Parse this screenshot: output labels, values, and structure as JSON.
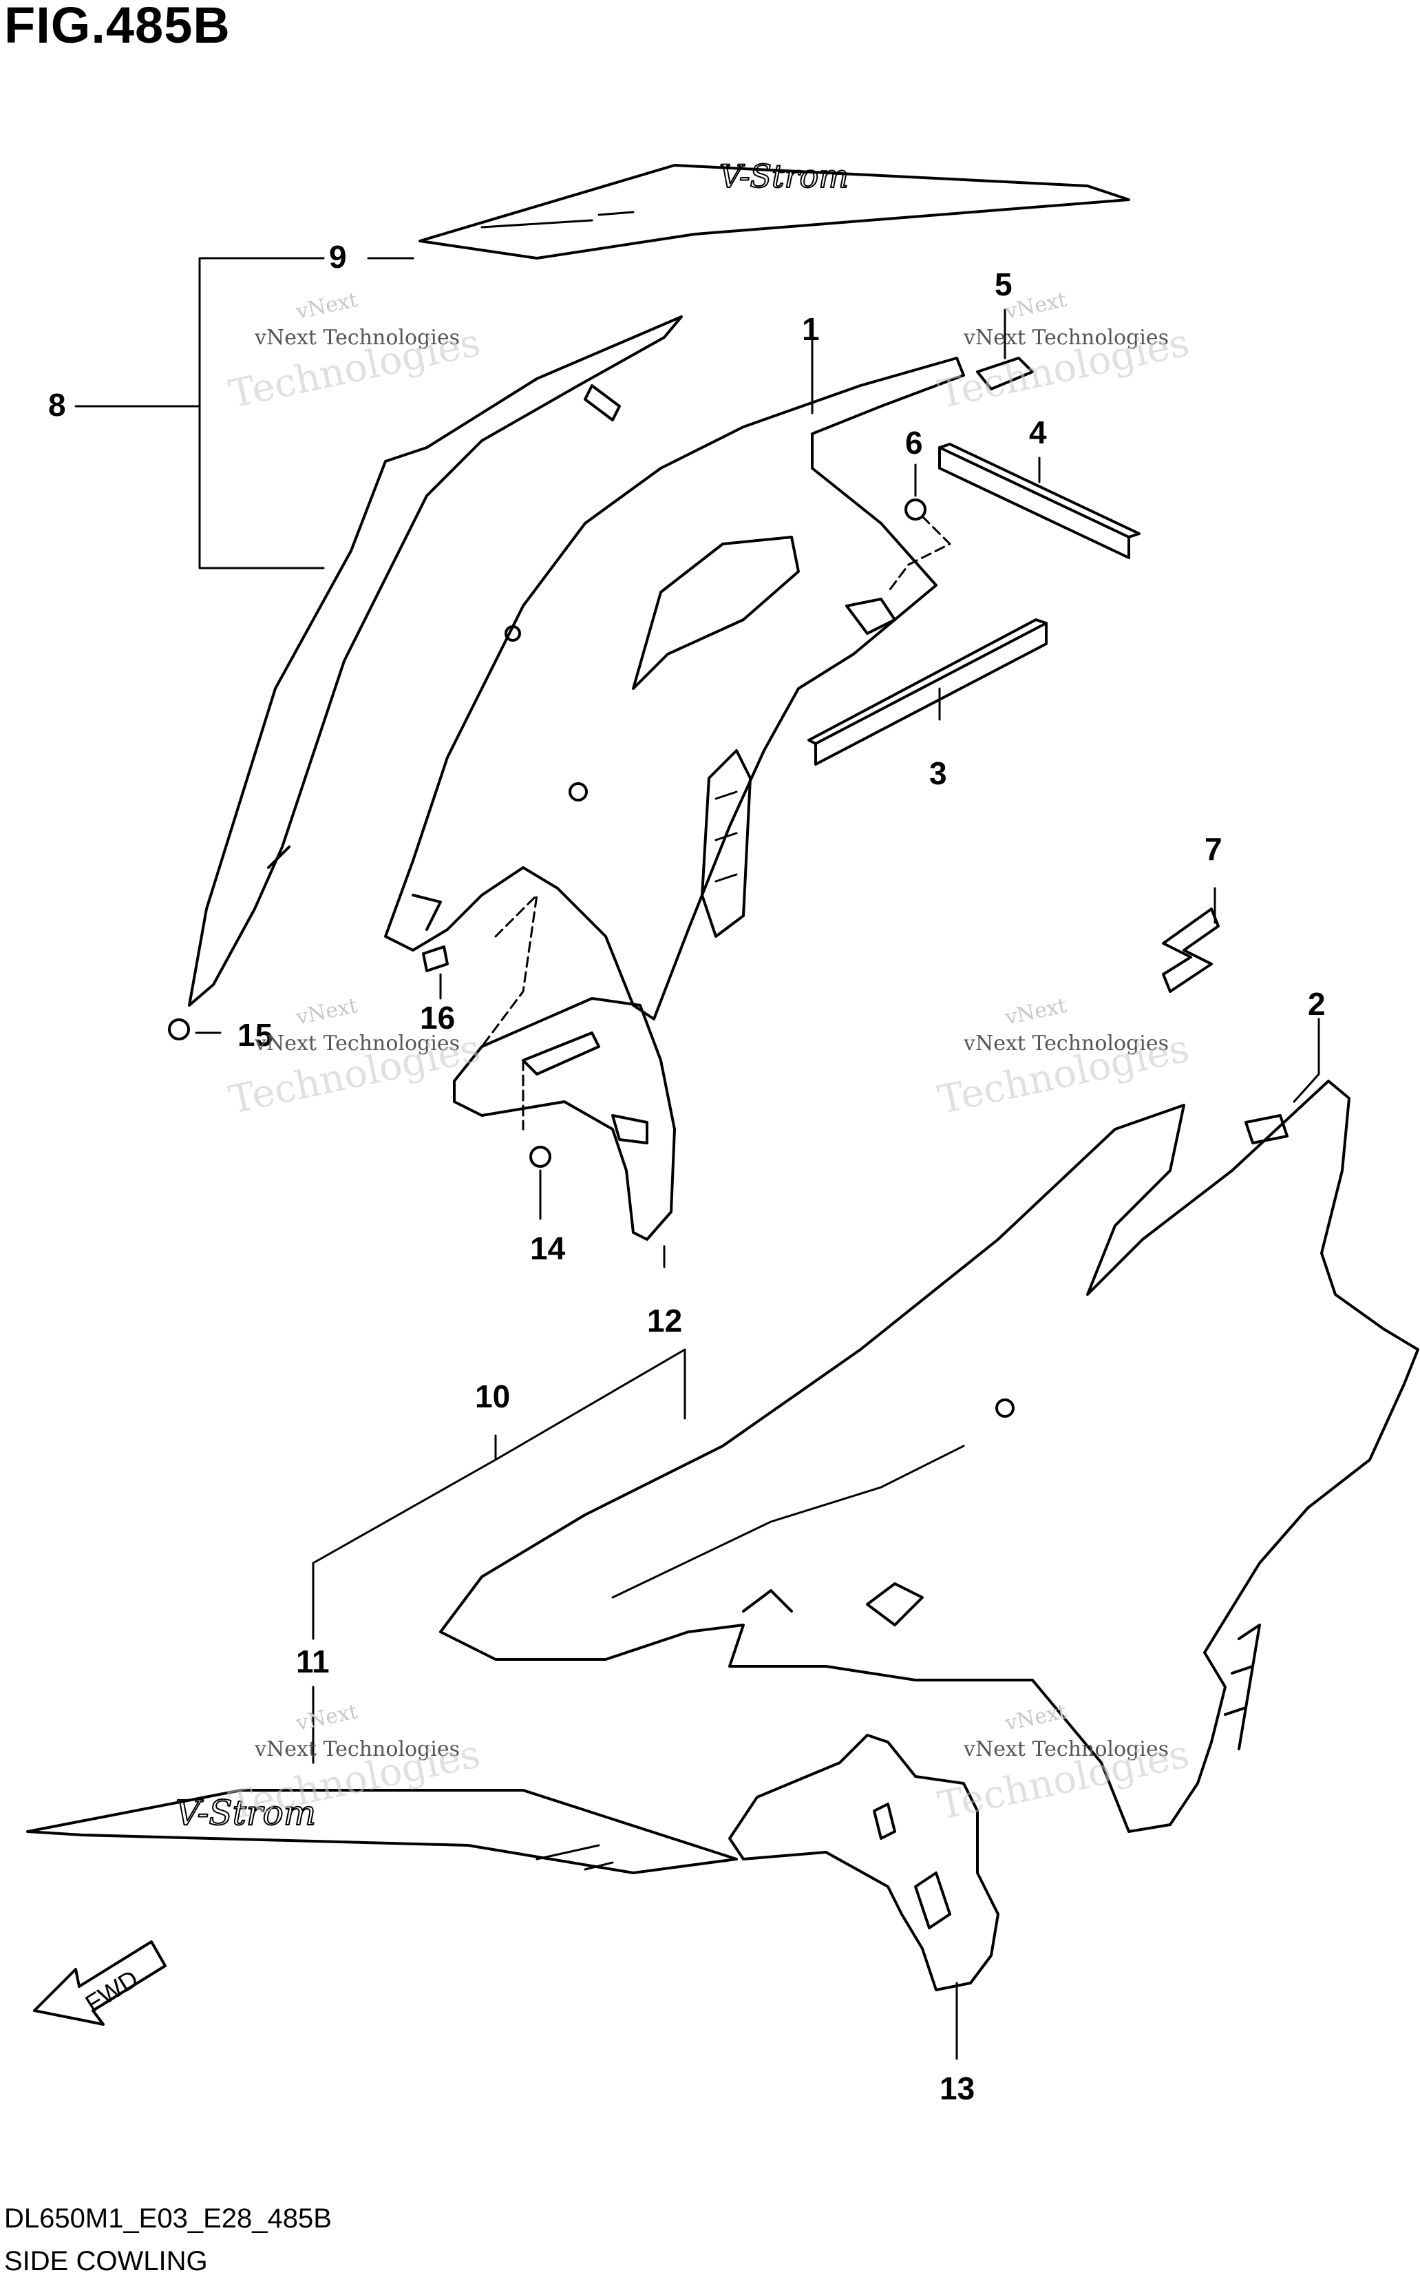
{
  "figure": {
    "title": "FIG.485B",
    "code": "DL650M1_E03_E28_485B",
    "name": "SIDE COWLING"
  },
  "callouts": [
    "1",
    "2",
    "3",
    "4",
    "5",
    "6",
    "7",
    "8",
    "9",
    "10",
    "11",
    "12",
    "13",
    "14",
    "15",
    "16"
  ],
  "watermark": {
    "line1": "vNext",
    "line2": "vNext Technologies",
    "line3": "Technologies"
  },
  "decal_text": "V-Strom",
  "fwd_label": "FWD"
}
